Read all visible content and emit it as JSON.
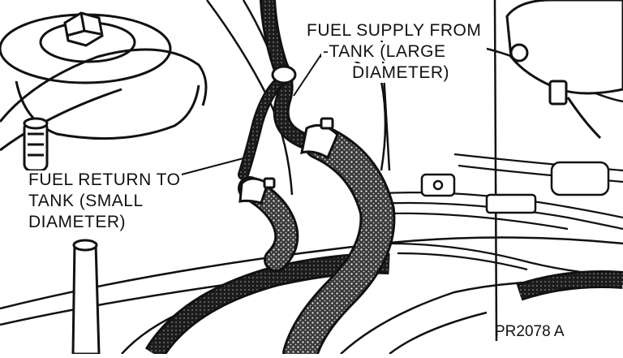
{
  "labels": {
    "supply_line1": "FUEL SUPPLY FROM",
    "supply_line2": "-TANK (LARGE",
    "supply_line3": "DIAMETER)",
    "return_line1": "FUEL RETURN TO",
    "return_line2": "TANK (SMALL",
    "return_line3": "DIAMETER)",
    "figure_code": "PR2078 A"
  },
  "colors": {
    "ink": "#111111",
    "paper": "#ffffff"
  }
}
